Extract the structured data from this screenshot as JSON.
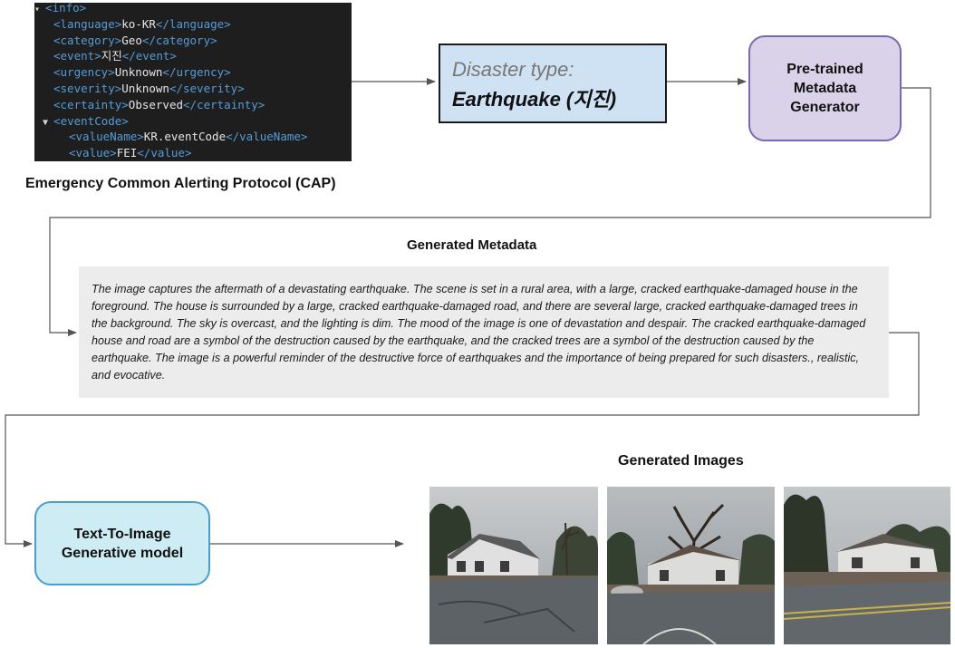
{
  "cap_xml": {
    "lines": [
      {
        "tri": "▾",
        "open": "<info>",
        "text": "",
        "close": ""
      },
      {
        "tri": "",
        "open": "<language>",
        "text": "ko-KR",
        "close": "</language>"
      },
      {
        "tri": "",
        "open": "<category>",
        "text": "Geo",
        "close": "</category>"
      },
      {
        "tri": "",
        "open": "<event>",
        "text": "지진",
        "close": "</event>"
      },
      {
        "tri": "",
        "open": "<urgency>",
        "text": "Unknown",
        "close": "</urgency>"
      },
      {
        "tri": "",
        "open": "<severity>",
        "text": "Unknown",
        "close": "</severity>"
      },
      {
        "tri": "",
        "open": "<certainty>",
        "text": "Observed",
        "close": "</certainty>"
      },
      {
        "tri": "▼",
        "open": "<eventCode>",
        "text": "",
        "close": ""
      },
      {
        "tri": "",
        "open": "<valueName>",
        "text": "KR.eventCode",
        "close": "</valueName>"
      },
      {
        "tri": "",
        "open": "<value>",
        "text": "FEI",
        "close": "</value>"
      }
    ],
    "caption": "Emergency Common Alerting Protocol (CAP)"
  },
  "disaster": {
    "label": "Disaster type:",
    "value": "Earthquake (지진)"
  },
  "metadata_generator": {
    "label": "Pre-trained\nMetadata\nGenerator"
  },
  "generated_metadata": {
    "heading": "Generated Metadata",
    "text": "The image captures the aftermath of a devastating earthquake. The scene is set in a rural area, with a large, cracked earthquake-damaged house in the foreground. The house is surrounded by a large, cracked earthquake-damaged road, and there are several large, cracked earthquake-damaged trees in the background. The sky is overcast, and the lighting is dim. The mood of the image is one of devastation and despair. The cracked earthquake-damaged house and road are a symbol of the destruction caused by the earthquake, and the cracked trees are a symbol of the destruction caused by the earthquake. The image is a powerful reminder of the destructive force of earthquakes and the importance of being prepared for such disasters., realistic, and evocative."
  },
  "t2i_model": {
    "label": "Text-To-Image\nGenerative model"
  },
  "generated_images": {
    "heading": "Generated Images",
    "images": [
      {
        "name": "earthquake-house-image-1"
      },
      {
        "name": "earthquake-house-image-2"
      },
      {
        "name": "earthquake-house-image-3"
      }
    ]
  },
  "colors": {
    "code_bg": "#1e1e1e",
    "code_tag": "#569cd6",
    "code_text": "#e6e6e6",
    "disaster_box": "#cfe2f3",
    "generator_box": "#d9d2e9",
    "generator_border": "#7b68b3",
    "t2i_box": "#cdecf4",
    "t2i_border": "#4a9fca",
    "metadata_box": "#ececec",
    "arrow": "#555555"
  }
}
